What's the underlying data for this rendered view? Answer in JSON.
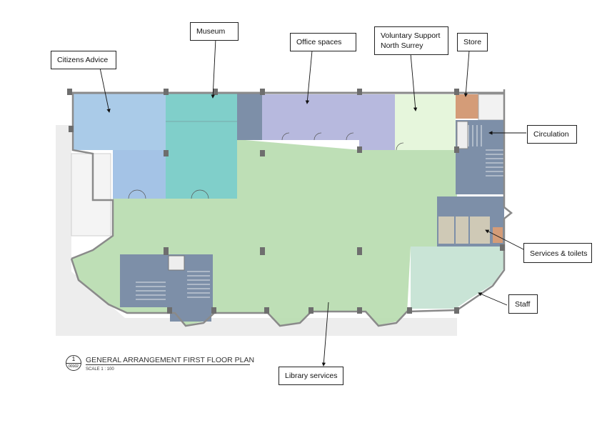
{
  "labels": {
    "citizens_advice": "Citizens Advice",
    "museum": "Museum",
    "office_spaces": "Office spaces",
    "voluntary_support": "Voluntary Support North Surrey",
    "store": "Store",
    "circulation": "Circulation",
    "services_toilets": "Services & toilets",
    "staff": "Staff",
    "library_services": "Library services"
  },
  "title_block": {
    "drawing_number": "1",
    "drawing_ref": "00102",
    "title": "GENERAL ARRANGEMENT FIRST FLOOR PLAN",
    "scale": "SCALE  1 : 100"
  },
  "colors": {
    "library": "#b9dcb0",
    "citizens_advice": "#aacbe8",
    "museum": "#80cfca",
    "office": "#b7b9de",
    "voluntary": "#e6f6dc",
    "store": "#d49c78",
    "circulation": "#7d8fa8",
    "staff": "#c9e4d6",
    "services": "#cfc9b6",
    "wall": "#8a8a8a",
    "ground": "#ececec"
  }
}
